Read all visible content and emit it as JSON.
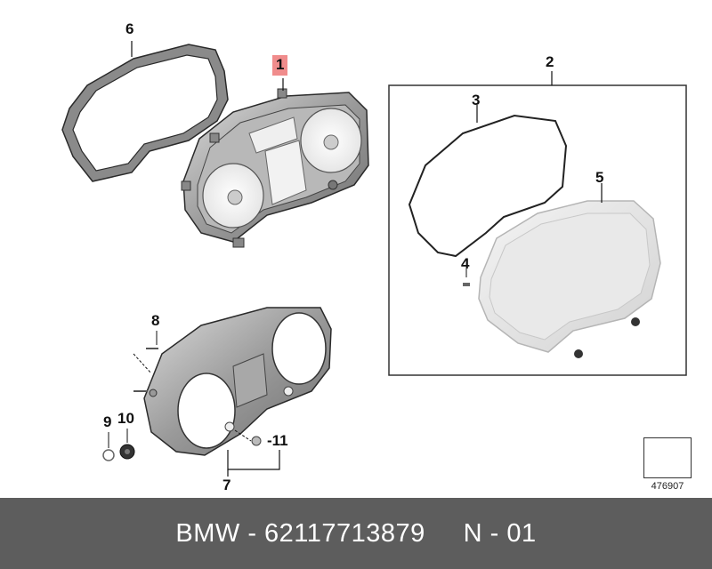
{
  "callouts": {
    "c1": "1",
    "c2": "2",
    "c3": "3",
    "c4": "4",
    "c5": "5",
    "c6": "6",
    "c7": "7",
    "c8": "8",
    "c9": "9",
    "c10": "10",
    "c11": "-11"
  },
  "reference_number": "476907",
  "footer": {
    "brand": "BMW",
    "sep1": " - ",
    "part_number": "62117713879",
    "sep2": "     ",
    "position": "N - 01"
  },
  "colors": {
    "highlight": "#f08c8c",
    "footer_bg": "#5d5d5d",
    "frame_stroke": "#333333"
  },
  "icons": [
    "diagram-reference-icon"
  ]
}
